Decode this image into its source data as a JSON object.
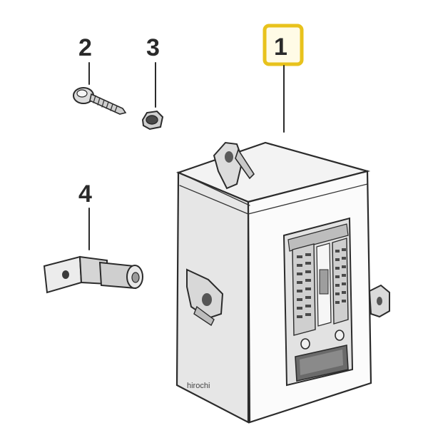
{
  "callouts": [
    {
      "id": "part-1",
      "label": "1",
      "highlighted": true
    },
    {
      "id": "part-2",
      "label": "2",
      "highlighted": false
    },
    {
      "id": "part-3",
      "label": "3",
      "highlighted": false
    },
    {
      "id": "part-4",
      "label": "4",
      "highlighted": false
    }
  ],
  "watermark": "hirochi",
  "colors": {
    "highlight_border": "#e8c21c",
    "highlight_fill": "#fffbe6",
    "ink": "#2b2b2b",
    "body_light": "#f4f4f4",
    "body_mid": "#d9d9d9",
    "body_dark": "#a9a9a9",
    "panel_dark": "#555555"
  }
}
